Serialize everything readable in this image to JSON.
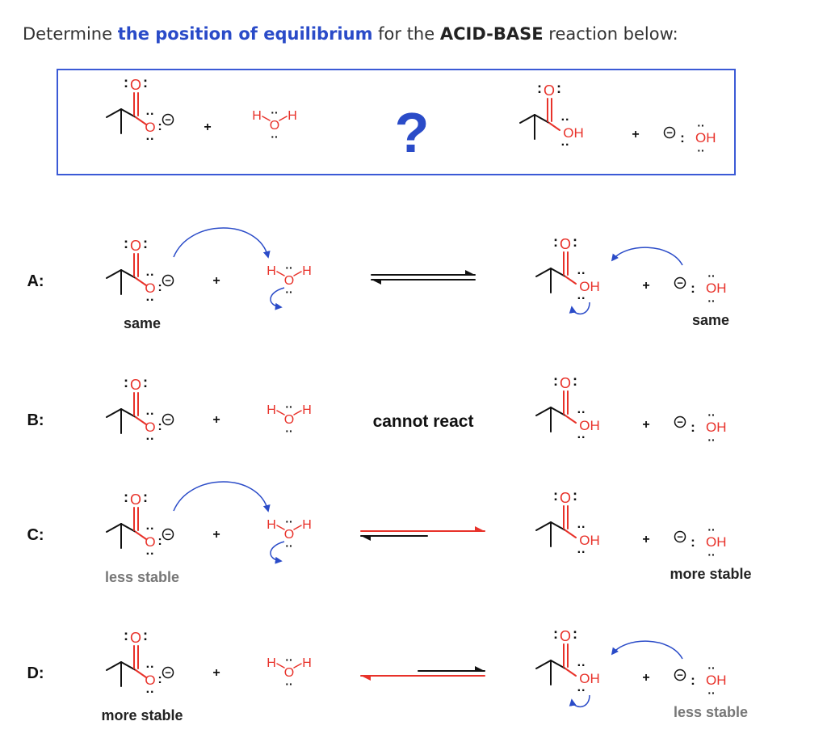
{
  "question": {
    "part1": "Determine ",
    "highlight1": "the position of equilibrium",
    "part2": " for the ",
    "highlight2": "ACID-BASE",
    "part3": " reaction below:"
  },
  "header_reaction": {
    "unknown_symbol": "?"
  },
  "chem": {
    "O": "O",
    "H": "H",
    "OH": "OH",
    "plus": "+",
    "minus": "−",
    "lone_pair": ":",
    "lone_pair_top": "··"
  },
  "rows": [
    {
      "letter": "A:",
      "left_note": "same",
      "right_note": "same",
      "middle_text": ""
    },
    {
      "letter": "B:",
      "left_note": "",
      "right_note": "",
      "middle_text": "cannot react"
    },
    {
      "letter": "C:",
      "left_note": "less stable",
      "right_note": "more stable",
      "middle_text": ""
    },
    {
      "letter": "D:",
      "left_note": "more stable",
      "right_note": "less stable",
      "middle_text": ""
    }
  ],
  "colors": {
    "carbonyl_red": "#e8322a",
    "blue": "#2a4bc8",
    "box_border": "#3b5ad6",
    "arrow_black": "#111111",
    "gray_note": "#777777",
    "dark_note": "#222222"
  }
}
